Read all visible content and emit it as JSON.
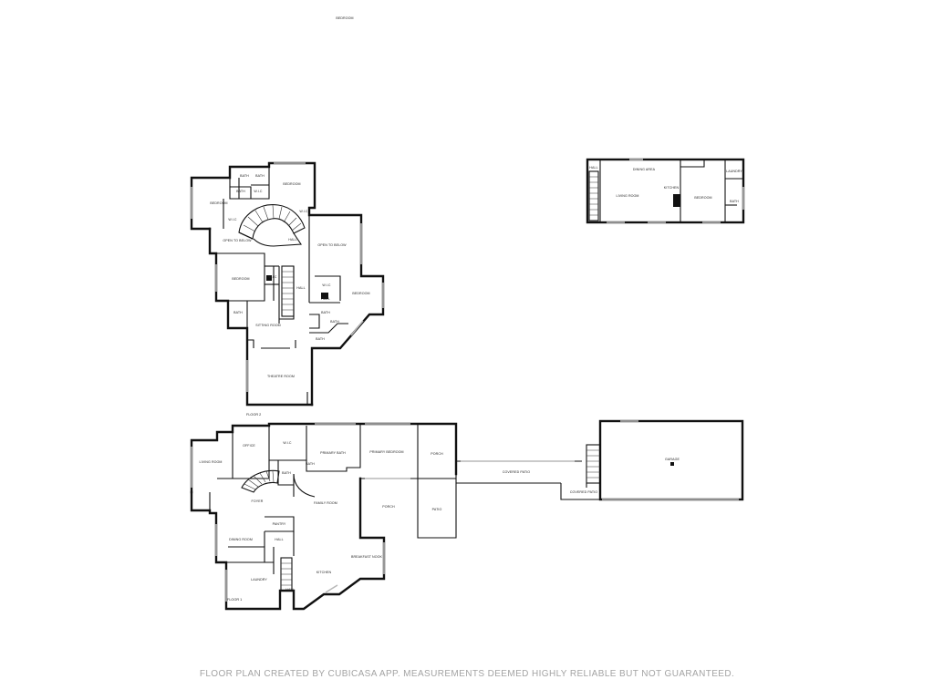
{
  "stray_label": "BEDROOM",
  "floor2": {
    "caption": "FLOOR 2",
    "rooms": {
      "bath_a": "BATH",
      "bath_b": "BATH",
      "bath_c": "BATH",
      "wic_a": "W.I.C",
      "bedroom_ne": "BEDROOM",
      "bedroom_w": "BEDROOM",
      "wic_b": "W.I.C",
      "wic_c": "W.I.C",
      "open_below_left": "OPEN TO BELOW",
      "hall_a": "HALL",
      "open_below_right": "OPEN TO BELOW",
      "bedroom_mid": "BEDROOM",
      "wic_d": "W.I.C",
      "hall_b": "HALL",
      "wic_e": "W.I.C",
      "bedroom_east": "BEDROOM",
      "bath_d": "BATH",
      "sitting_room": "SITTING ROOM",
      "hall_c": "HALL",
      "bath_e": "BATH",
      "bath_f": "BATH",
      "bath_g": "BATH",
      "theatre_room": "THEATRE ROOM"
    }
  },
  "guest_house": {
    "rooms": {
      "hall": "HALL",
      "dining_area": "DINING AREA",
      "living_room": "LIVING ROOM",
      "kitchen": "KITCHEN",
      "bedroom": "BEDROOM",
      "laundry": "LAUNDRY",
      "bath": "BATH"
    }
  },
  "floor1": {
    "caption": "FLOOR 1",
    "rooms": {
      "office": "OFFICE",
      "wic": "W.I.C",
      "primary_bath": "PRIMARY BATH",
      "primary_bedroom": "PRIMARY BEDROOM",
      "porch_top": "PORCH",
      "living_room": "LIVING ROOM",
      "bath_a": "BATH",
      "bath_b": "BATH",
      "covered_patio": "COVERED PATIO",
      "foyer": "FOYER",
      "family_room": "FAMILY ROOM",
      "porch_mid": "PORCH",
      "patio": "PATIO",
      "pantry": "PANTRY",
      "dining_room": "DINING ROOM",
      "hall_a": "HALL",
      "breakfast_nook": "BREAKFAST NOOK",
      "kitchen": "KITCHEN",
      "laundry": "LAUNDRY",
      "hall_b": "HALL"
    }
  },
  "garage": {
    "rooms": {
      "garage": "GARAGE",
      "covered_patio": "COVERED PATIO"
    }
  },
  "footer_text": "FLOOR PLAN CREATED BY CUBICASA APP. MEASUREMENTS DEEMED HIGHLY RELIABLE BUT NOT GUARANTEED."
}
